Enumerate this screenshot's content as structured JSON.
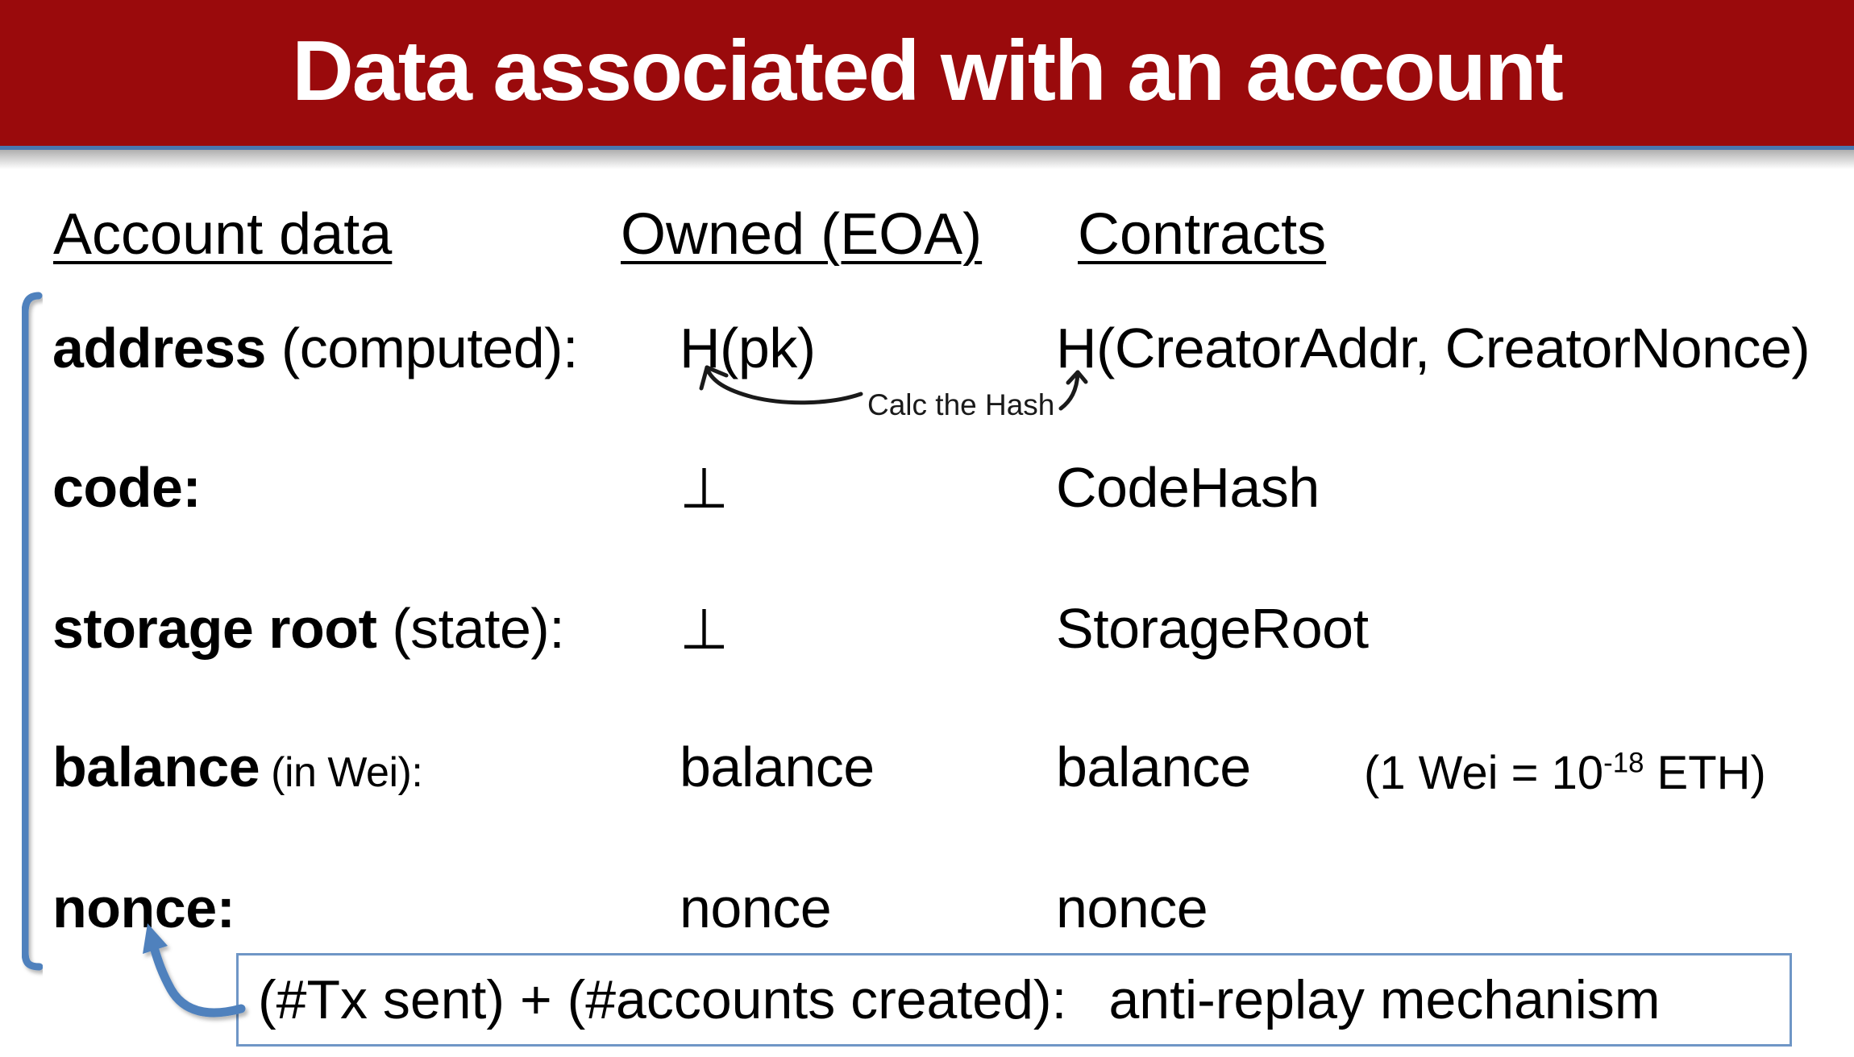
{
  "title": "Data associated with an account",
  "columns": {
    "account": "Account data",
    "owned": "Owned (EOA)",
    "contracts": "Contracts"
  },
  "rows": [
    {
      "label_bold": "address",
      "label_rest": " (computed):",
      "owned": "H(pk)",
      "contracts": "H(CreatorAddr, CreatorNonce)"
    },
    {
      "label_bold": "code:",
      "label_rest": "",
      "owned": "⊥",
      "contracts": "CodeHash"
    },
    {
      "label_bold": "storage root",
      "label_rest": " (state):",
      "owned": "⊥",
      "contracts": "StorageRoot"
    },
    {
      "label_bold": "balance",
      "label_rest": " (in Wei):",
      "owned": "balance",
      "contracts": "balance"
    },
    {
      "label_bold": "nonce:",
      "label_rest": "",
      "owned": "nonce",
      "contracts": "nonce"
    }
  ],
  "annotations": {
    "calc_hash": "Calc the Hash",
    "wei_note_prefix": "(1 Wei = 10",
    "wei_note_sup": "-18",
    "wei_note_suffix": " ETH)"
  },
  "nonce_box": {
    "formula": "(#Tx sent) + (#accounts created):",
    "note": "anti-replay mechanism"
  },
  "colors": {
    "banner_red": "#9a0a0c",
    "accent_blue": "#4f81bd",
    "box_border_blue": "#6f96c6"
  }
}
